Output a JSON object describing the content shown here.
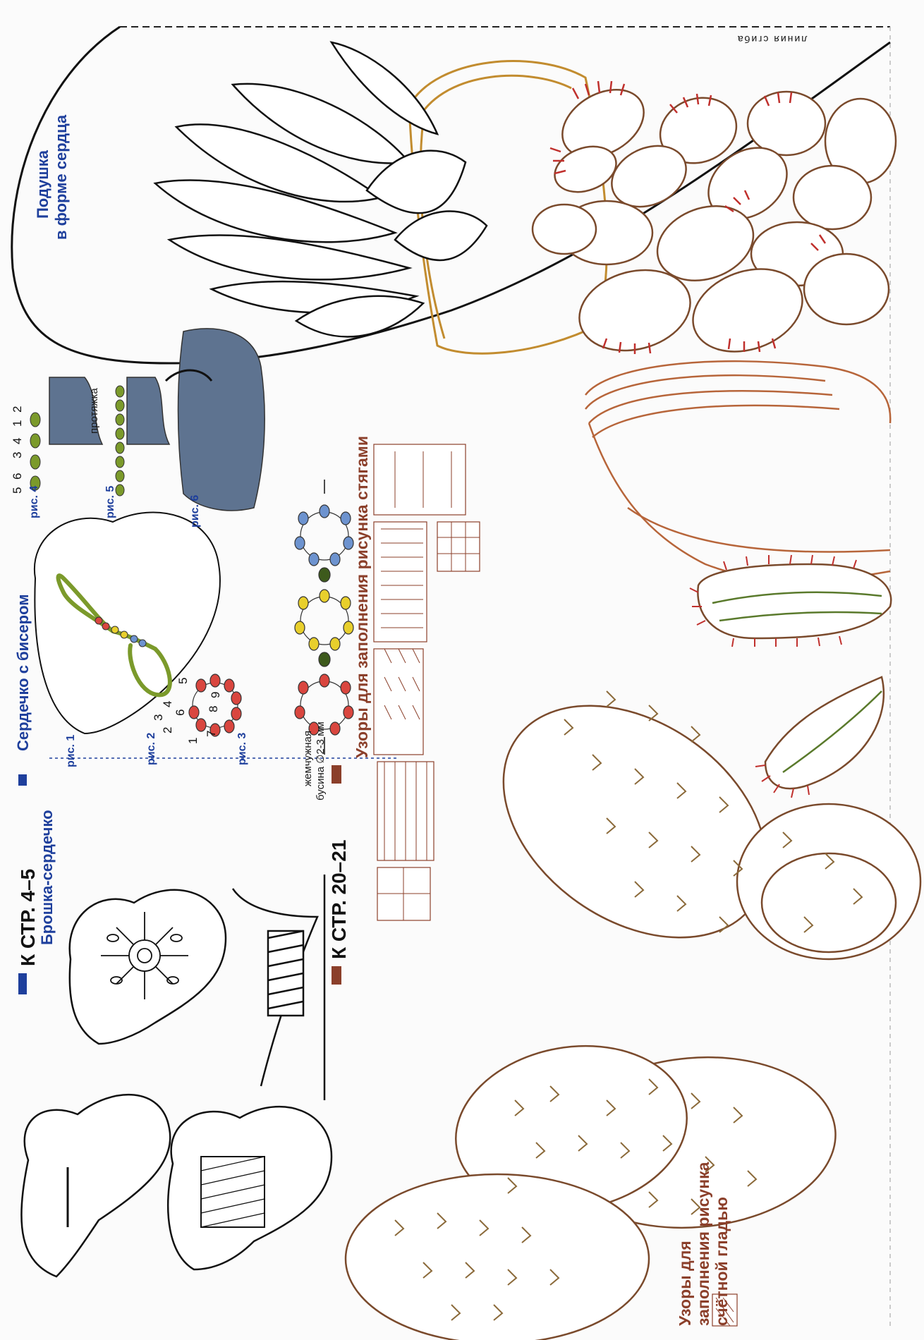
{
  "fold_line": {
    "label": "линия сгиба"
  },
  "pillow": {
    "title_line1": "Подушка",
    "title_line2": "в форме сердца"
  },
  "section_4_5": {
    "header": "К СТР. 4–5",
    "brooch_title": "Брошка-сердечко",
    "beaded_heart_title": "Сердечко с бисером",
    "figures": [
      "рис. 1",
      "рис. 2",
      "рис. 3",
      "рис. 4",
      "рис. 5",
      "рис. 6"
    ],
    "fig2_numbers": [
      "1",
      "2",
      "3",
      "4",
      "5",
      "6",
      "7",
      "8",
      "9"
    ],
    "fig4_numbers": [
      "5",
      "6",
      "3",
      "4",
      "1",
      "2"
    ],
    "fig5_label": "протяжка",
    "pearl_label_line1": "жемчужная",
    "pearl_label_line2": "бусина ∅2-3 мм"
  },
  "section_20_21": {
    "header": "К СТР. 20–21",
    "subtitle": "Узоры для заполнения рисунка стягами"
  },
  "counted_satin": {
    "line1": "Узоры для",
    "line2": "заполнения рисунка",
    "line3": "счётной гладью"
  },
  "colors": {
    "blue_accent": "#1e3f9c",
    "brown_accent": "#8b3f2a",
    "bead_red": "#d9463f",
    "bead_yellow": "#e8cf2c",
    "bead_blue": "#6d93cf",
    "bead_green": "#7b9a2b",
    "denim": "#5e7390",
    "cactus_brown": "#7a4a2c",
    "pot_orange": "#b7653a",
    "pot_ochre": "#c28c2f",
    "spine_red": "#c0302d"
  }
}
